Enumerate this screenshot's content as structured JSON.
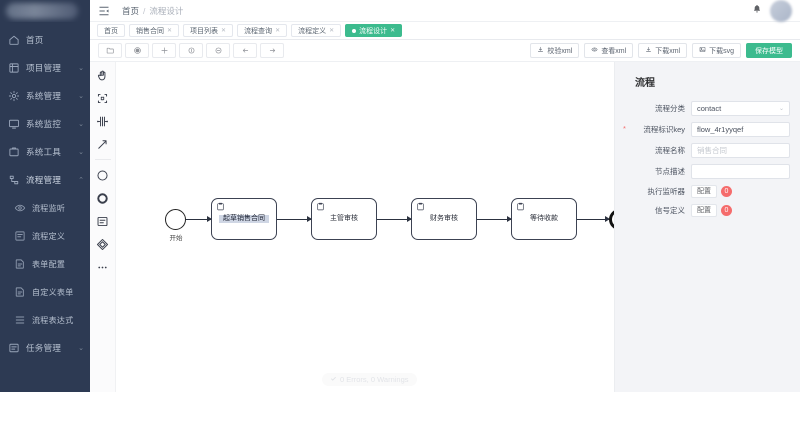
{
  "sidebar": {
    "logo_alt": "logo",
    "items": [
      {
        "label": "首页",
        "icon": "home-icon",
        "expandable": false,
        "sub": false
      },
      {
        "label": "项目管理",
        "icon": "grid-icon",
        "expandable": true,
        "sub": false
      },
      {
        "label": "系统管理",
        "icon": "gear-icon",
        "expandable": true,
        "sub": false
      },
      {
        "label": "系统监控",
        "icon": "monitor-icon",
        "expandable": true,
        "sub": false
      },
      {
        "label": "系统工具",
        "icon": "tool-icon",
        "expandable": true,
        "sub": false
      },
      {
        "label": "流程管理",
        "icon": "flow-icon",
        "expandable": true,
        "sub": false,
        "expanded": true
      },
      {
        "label": "流程监听",
        "icon": "eye-icon",
        "expandable": false,
        "sub": true
      },
      {
        "label": "流程定义",
        "icon": "def-icon",
        "expandable": false,
        "sub": true
      },
      {
        "label": "表单配置",
        "icon": "form-icon",
        "expandable": false,
        "sub": true
      },
      {
        "label": "自定义表单",
        "icon": "form-icon",
        "expandable": false,
        "sub": true
      },
      {
        "label": "流程表达式",
        "icon": "list-icon",
        "expandable": false,
        "sub": true
      },
      {
        "label": "任务管理",
        "icon": "task-icon",
        "expandable": true,
        "sub": false
      }
    ]
  },
  "topbar": {
    "collapse_icon": "menu-fold-icon",
    "breadcrumb": {
      "root": "首页",
      "separator": "/",
      "current": "流程设计"
    },
    "bell_icon": "bell-icon",
    "avatar_alt": "user-avatar"
  },
  "tabs": [
    {
      "label": "首页",
      "active": false,
      "closable": false
    },
    {
      "label": "销售合同",
      "active": false,
      "closable": true
    },
    {
      "label": "项目列表",
      "active": false,
      "closable": true
    },
    {
      "label": "流程查询",
      "active": false,
      "closable": true
    },
    {
      "label": "流程定义",
      "active": false,
      "closable": true
    },
    {
      "label": "流程设计",
      "active": true,
      "closable": true
    }
  ],
  "toolbar": {
    "left_tools": [
      {
        "name": "open-folder-icon",
        "title": "打开"
      },
      {
        "name": "settings-icon",
        "title": "设置"
      },
      {
        "name": "zoom-in-icon",
        "title": "放大"
      },
      {
        "name": "zoom-reset-icon",
        "title": "还原"
      },
      {
        "name": "zoom-out-icon",
        "title": "缩小"
      },
      {
        "name": "undo-icon",
        "title": "撤销"
      },
      {
        "name": "redo-icon",
        "title": "重做"
      }
    ],
    "right_buttons": [
      {
        "label": "校验xml",
        "icon": "download-check-icon",
        "primary": false
      },
      {
        "label": "查看xml",
        "icon": "eye-icon",
        "primary": false
      },
      {
        "label": "下载xml",
        "icon": "download-icon",
        "primary": false
      },
      {
        "label": "下载svg",
        "icon": "image-icon",
        "primary": false
      },
      {
        "label": "保存模型",
        "icon": "save-icon",
        "primary": true
      }
    ]
  },
  "palette": [
    {
      "name": "hand-tool-icon",
      "title": "抓手工具"
    },
    {
      "name": "lasso-tool-icon",
      "title": "框选工具"
    },
    {
      "name": "space-tool-icon",
      "title": "空间工具"
    },
    {
      "name": "connect-tool-icon",
      "title": "连线工具"
    },
    {
      "name": "start-event-icon",
      "title": "开始事件"
    },
    {
      "name": "end-event-icon",
      "title": "结束事件"
    },
    {
      "name": "task-icon",
      "title": "任务"
    },
    {
      "name": "gateway-icon",
      "title": "网关"
    },
    {
      "name": "more-icon",
      "title": "更多"
    }
  ],
  "canvas": {
    "status": {
      "text": "0 Errors, 0 Warnings",
      "icon": "check-icon"
    },
    "diagram": {
      "start_event": {
        "label": "开始"
      },
      "tasks": [
        {
          "label": "起草销售合同",
          "selected": true
        },
        {
          "label": "主管审核",
          "selected": false
        },
        {
          "label": "财务审核",
          "selected": false
        },
        {
          "label": "等待收款",
          "selected": false
        }
      ],
      "end_event": {
        "label": ""
      }
    }
  },
  "properties": {
    "title": "流程",
    "fields": [
      {
        "label": "流程分类",
        "required": false,
        "type": "select",
        "value": "contact",
        "placeholder": ""
      },
      {
        "label": "流程标识key",
        "required": true,
        "type": "input",
        "value": "flow_4r1yyqef",
        "placeholder": ""
      },
      {
        "label": "流程名称",
        "required": false,
        "type": "input",
        "value": "",
        "placeholder": "销售合同"
      },
      {
        "label": "节点描述",
        "required": false,
        "type": "input",
        "value": "",
        "placeholder": ""
      },
      {
        "label": "执行监听器",
        "required": false,
        "type": "config",
        "button_label": "配置",
        "badge": "0"
      },
      {
        "label": "信号定义",
        "required": false,
        "type": "config",
        "button_label": "配置",
        "badge": "0"
      }
    ]
  },
  "colors": {
    "sidebar_bg": "#2d3a53",
    "accent_green": "#3cbb8e",
    "badge_red": "#f56c6c",
    "panel_bg": "#f3f4f7"
  }
}
